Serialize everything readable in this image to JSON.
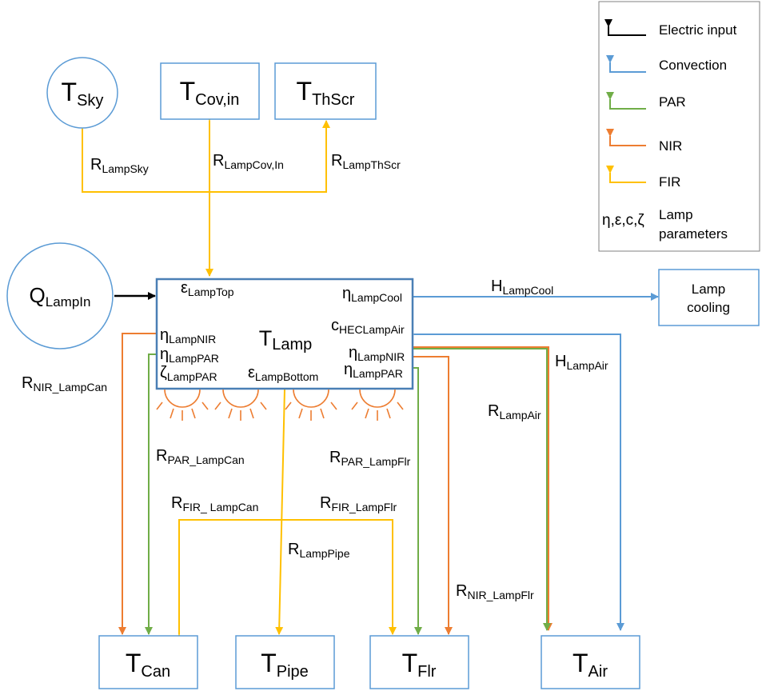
{
  "colors": {
    "electric": "#000000",
    "convection": "#5b9bd5",
    "par": "#70ad47",
    "nir": "#ed7d31",
    "fir": "#ffc000",
    "node_border": "#5b9bd5",
    "lamp_border": "#4a7fb5"
  },
  "legend": {
    "items": [
      {
        "key": "electric",
        "label": "Electric input"
      },
      {
        "key": "convection",
        "label": "Convection"
      },
      {
        "key": "par",
        "label": "PAR"
      },
      {
        "key": "nir",
        "label": "NIR"
      },
      {
        "key": "fir",
        "label": "FIR"
      }
    ],
    "params_symbol": "η,ε,c,ζ",
    "params_label_1": "Lamp",
    "params_label_2": "parameters"
  },
  "nodes": {
    "sky": {
      "main": "T",
      "sub": "Sky"
    },
    "covin": {
      "main": "T",
      "sub": "Cov,in"
    },
    "thscr": {
      "main": "T",
      "sub": "ThScr"
    },
    "lampin": {
      "main": "Q",
      "sub": "LampIn"
    },
    "lamp": {
      "main": "T",
      "sub": "Lamp"
    },
    "cooling_1": "Lamp",
    "cooling_2": "cooling",
    "can": {
      "main": "T",
      "sub": "Can"
    },
    "pipe": {
      "main": "T",
      "sub": "Pipe"
    },
    "flr": {
      "main": "T",
      "sub": "Flr"
    },
    "air": {
      "main": "T",
      "sub": "Air"
    }
  },
  "params": {
    "eps_top": {
      "main": "ε",
      "sub": "LampTop"
    },
    "eta_cool": {
      "main": "η",
      "sub": "LampCool"
    },
    "eta_nir_l": {
      "main": "η",
      "sub": "LampNIR"
    },
    "eta_par_l": {
      "main": "η",
      "sub": "LampPAR"
    },
    "zeta_par": {
      "main": "ζ",
      "sub": "LampPAR"
    },
    "c_hec": {
      "main": "c",
      "sub": "HECLampAir"
    },
    "eta_nir_r": {
      "main": "η",
      "sub": "LampNIR"
    },
    "eta_par_r": {
      "main": "η",
      "sub": "LampPAR"
    },
    "eps_bottom": {
      "main": "ε",
      "sub": "LampBottom"
    }
  },
  "flows": {
    "r_sky": {
      "main": "R",
      "sub": "LampSky"
    },
    "r_covin": {
      "main": "R",
      "sub": "LampCov,In"
    },
    "r_thscr": {
      "main": "R",
      "sub": "LampThScr"
    },
    "h_cool": {
      "main": "H",
      "sub": "LampCool"
    },
    "h_air": {
      "main": "H",
      "sub": "LampAir"
    },
    "r_air": {
      "main": "R",
      "sub": "LampAir"
    },
    "r_nir_can": {
      "main": "R",
      "sub": "NIR_LampCan"
    },
    "r_par_can": {
      "main": "R",
      "sub": "PAR_LampCan"
    },
    "r_par_flr": {
      "main": "R",
      "sub": "PAR_LampFlr"
    },
    "r_fir_can": {
      "main": "R",
      "sub": "FIR_ LampCan"
    },
    "r_fir_flr": {
      "main": "R",
      "sub": "FIR_LampFlr"
    },
    "r_pipe": {
      "main": "R",
      "sub": "LampPipe"
    },
    "r_nir_flr": {
      "main": "R",
      "sub": "NIR_LampFlr"
    }
  }
}
